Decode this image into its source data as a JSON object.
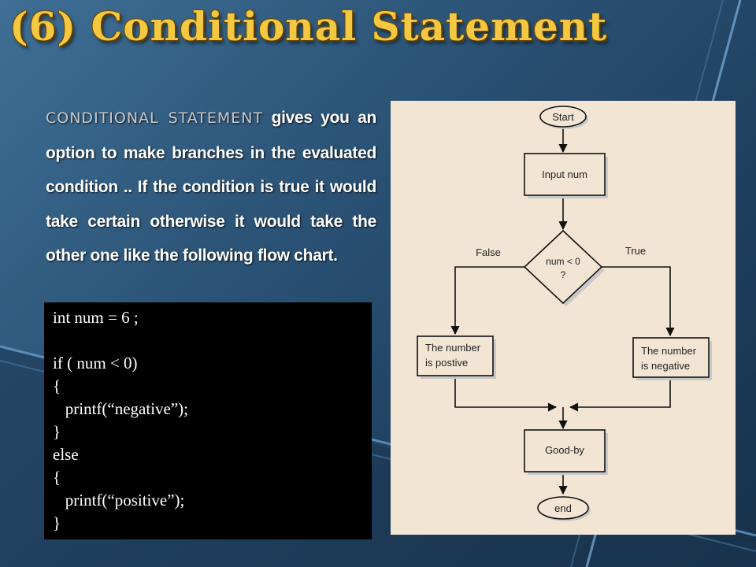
{
  "slide": {
    "title": "(6) Conditional Statement"
  },
  "description": {
    "term": "CONDITIONAL STATEMENT",
    "text": " gives you an option to make branches in the evaluated condition .. If the condition is true it would take certain  otherwise it would take the other one like the following flow chart."
  },
  "code": {
    "lines": [
      "int num = 6 ;",
      "",
      "if ( num < 0)",
      "{",
      "   printf(“negative”);",
      "}",
      "else",
      "{",
      "   printf(“positive”);",
      "}"
    ]
  },
  "flowchart": {
    "start": "Start",
    "input": "Input num",
    "decision_line1": "num < 0",
    "decision_line2": "?",
    "false_label": "False",
    "true_label": "True",
    "left_box_line1": "The number",
    "left_box_line2": "is postive",
    "right_box_line1": "The number",
    "right_box_line2": "is negative",
    "goodby": "Good-by",
    "end": "end"
  }
}
